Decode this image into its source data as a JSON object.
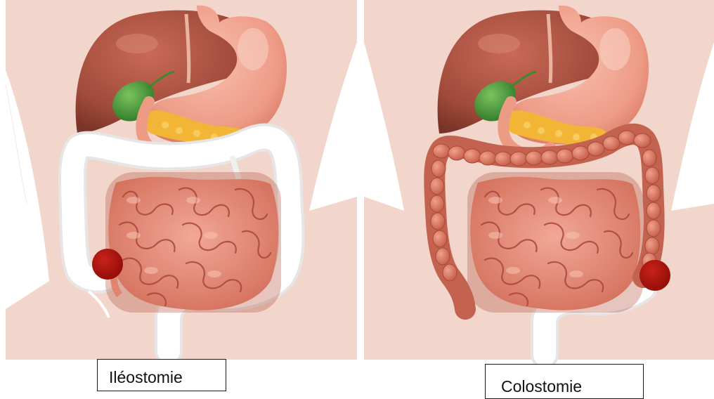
{
  "labels": {
    "ileostomy": "Iléostomie",
    "colostomy": "Colostomie"
  },
  "colors": {
    "background_skin": "#f2d6cc",
    "liver": "#a04a3a",
    "stomach": "#f0a08c",
    "gallbladder": "#4f9a3c",
    "pancreas": "#f2b536",
    "small_intestine": "#e78d7a",
    "colon_active": "#d9735e",
    "colon_inactive": "#ffffff",
    "stoma": "#b2120c"
  },
  "panels": [
    {
      "label": "Iléostomie",
      "colon_state": "inactive",
      "stoma_side": "right"
    },
    {
      "label": "Colostomie",
      "colon_state": "active",
      "stoma_side": "left"
    }
  ]
}
